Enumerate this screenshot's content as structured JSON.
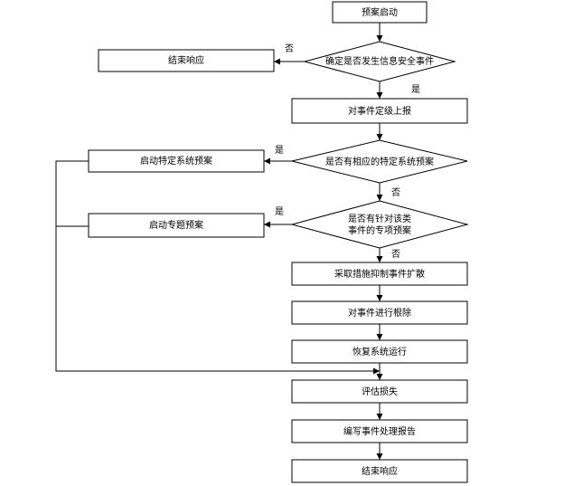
{
  "nodes": {
    "start": "预案启动",
    "check_security": "确定是否发生信息安全事件",
    "end_response_top": "结束响应",
    "report": "对事件定级上报",
    "check_specific": "是否有相应的特定系统预案",
    "start_specific": "启动特定系统预案",
    "check_special_line1": "是否有针对该类",
    "check_special_line2": "事件的专项预案",
    "start_special": "启动专题预案",
    "contain": "采取措施抑制事件扩散",
    "eradicate": "对事件进行根除",
    "recover": "恢复系统运行",
    "assess": "评估损失",
    "write_report": "编写事件处理报告",
    "end_response": "结束响应"
  },
  "edges": {
    "no_1": "否",
    "yes_1": "是",
    "yes_2": "是",
    "no_2": "否",
    "yes_3": "是",
    "no_3": "否"
  }
}
